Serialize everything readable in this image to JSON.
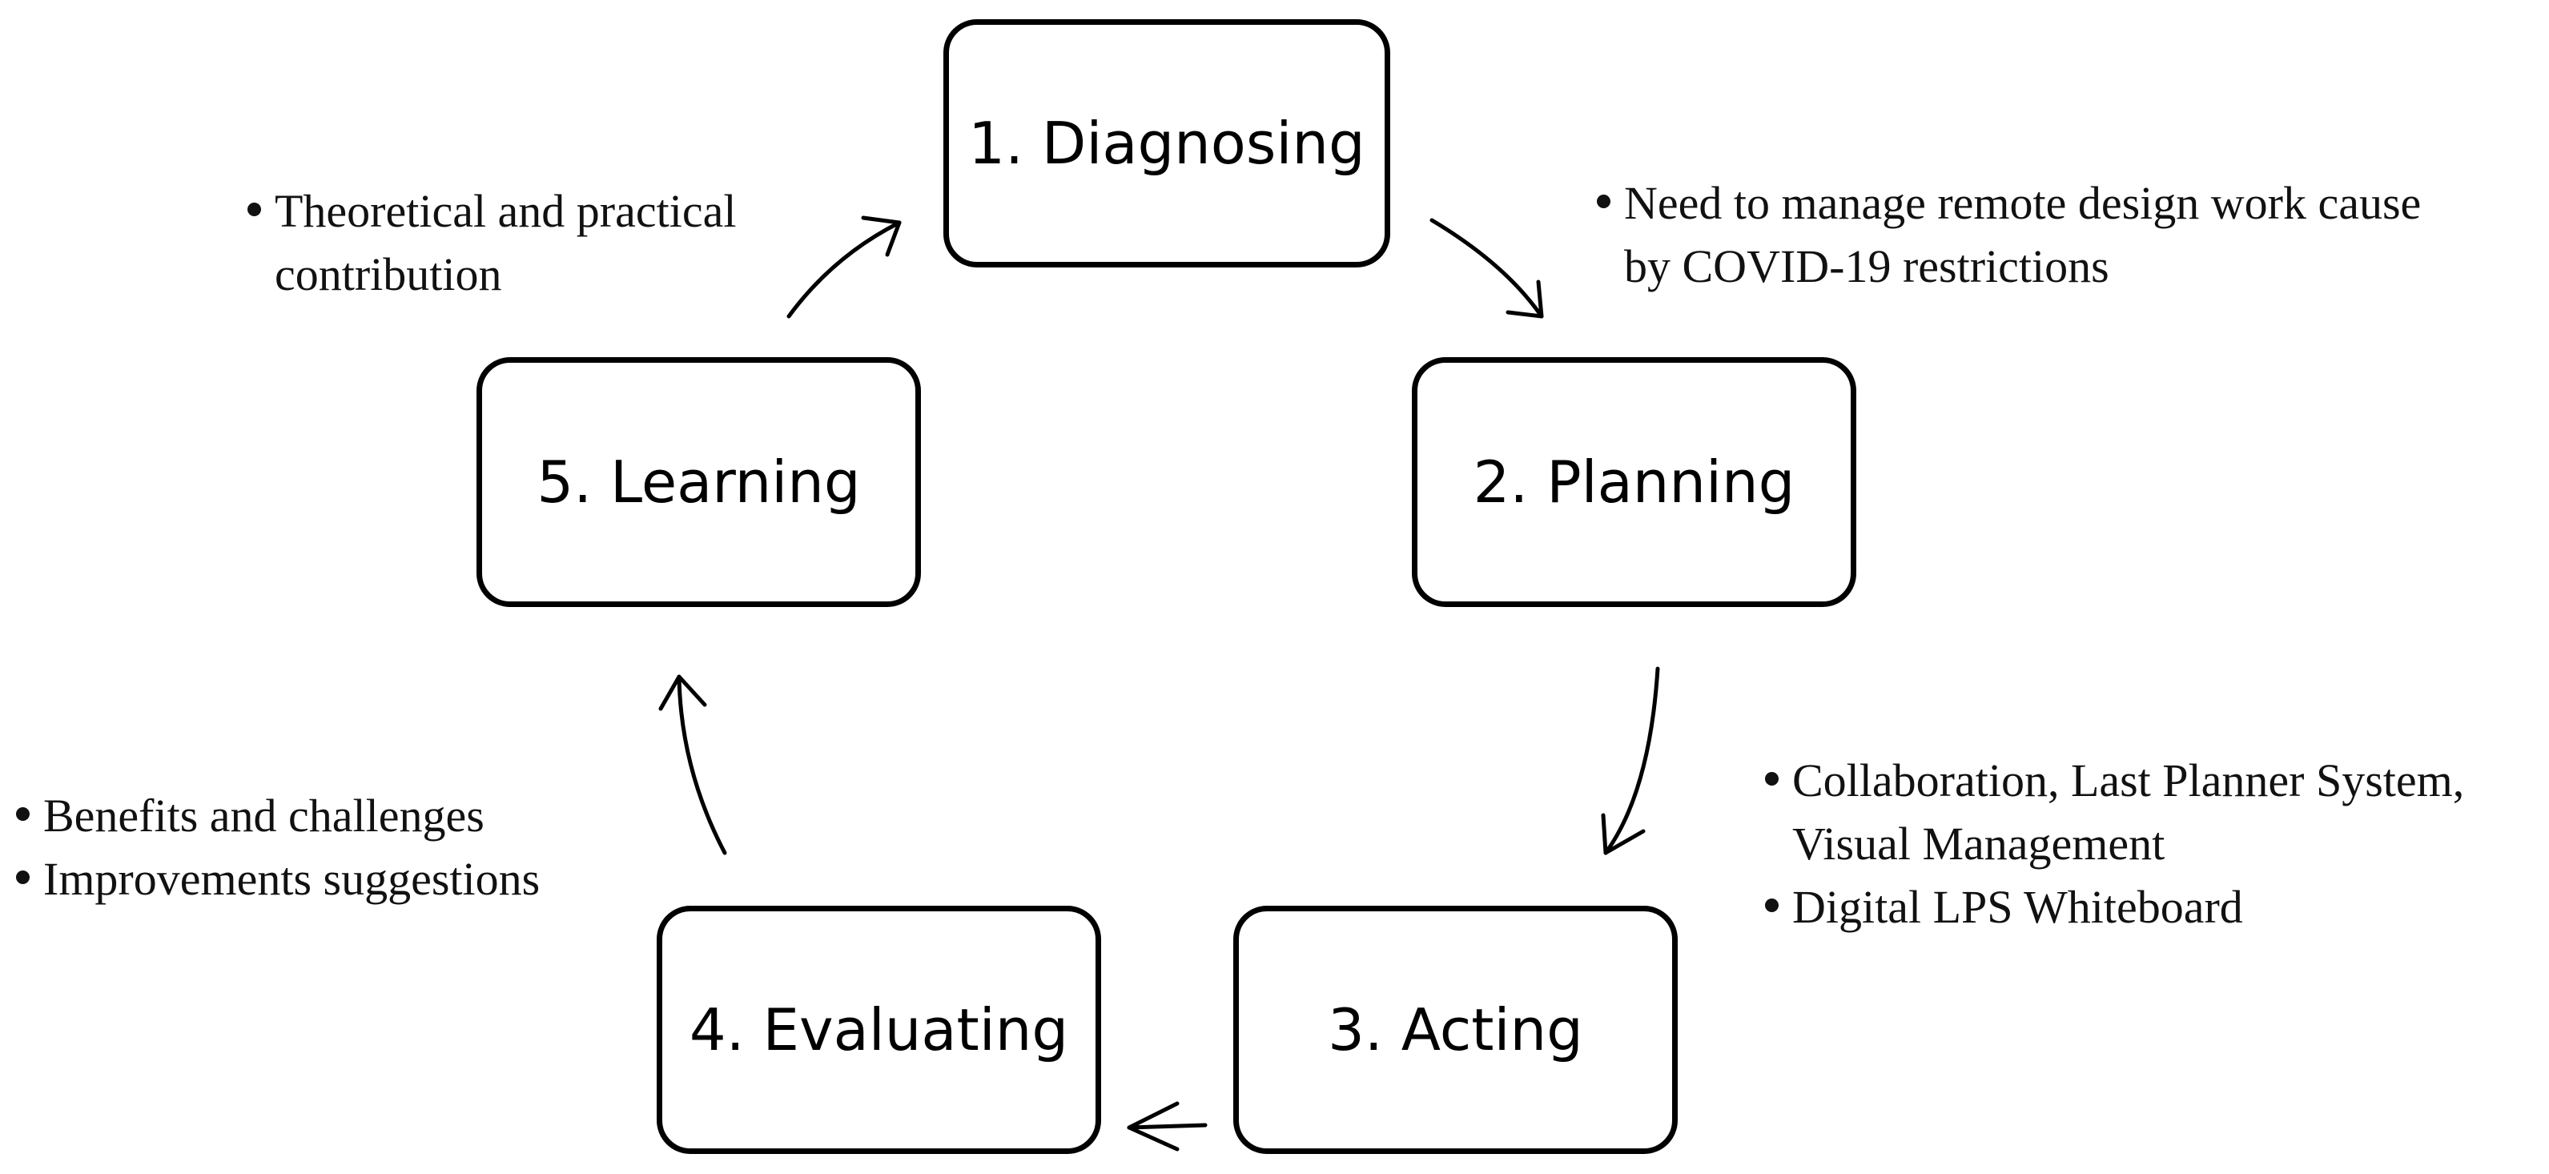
{
  "stages": [
    {
      "id": "diagnosing",
      "label": "1. Diagnosing"
    },
    {
      "id": "planning",
      "label": "2. Planning"
    },
    {
      "id": "acting",
      "label": "3. Acting"
    },
    {
      "id": "evaluating",
      "label": "4. Evaluating"
    },
    {
      "id": "learning",
      "label": "5. Learning"
    }
  ],
  "notes": {
    "diagnosing": [
      "Need to manage remote design work cause by COVID-19 restrictions"
    ],
    "planning": [
      "Collaboration, Last Planner System, Visual Management",
      "Digital LPS Whiteboard"
    ],
    "evaluating": [
      "Benefits and challenges",
      "Improvements suggestions"
    ],
    "learning": [
      "Theoretical and practical contribution"
    ]
  }
}
